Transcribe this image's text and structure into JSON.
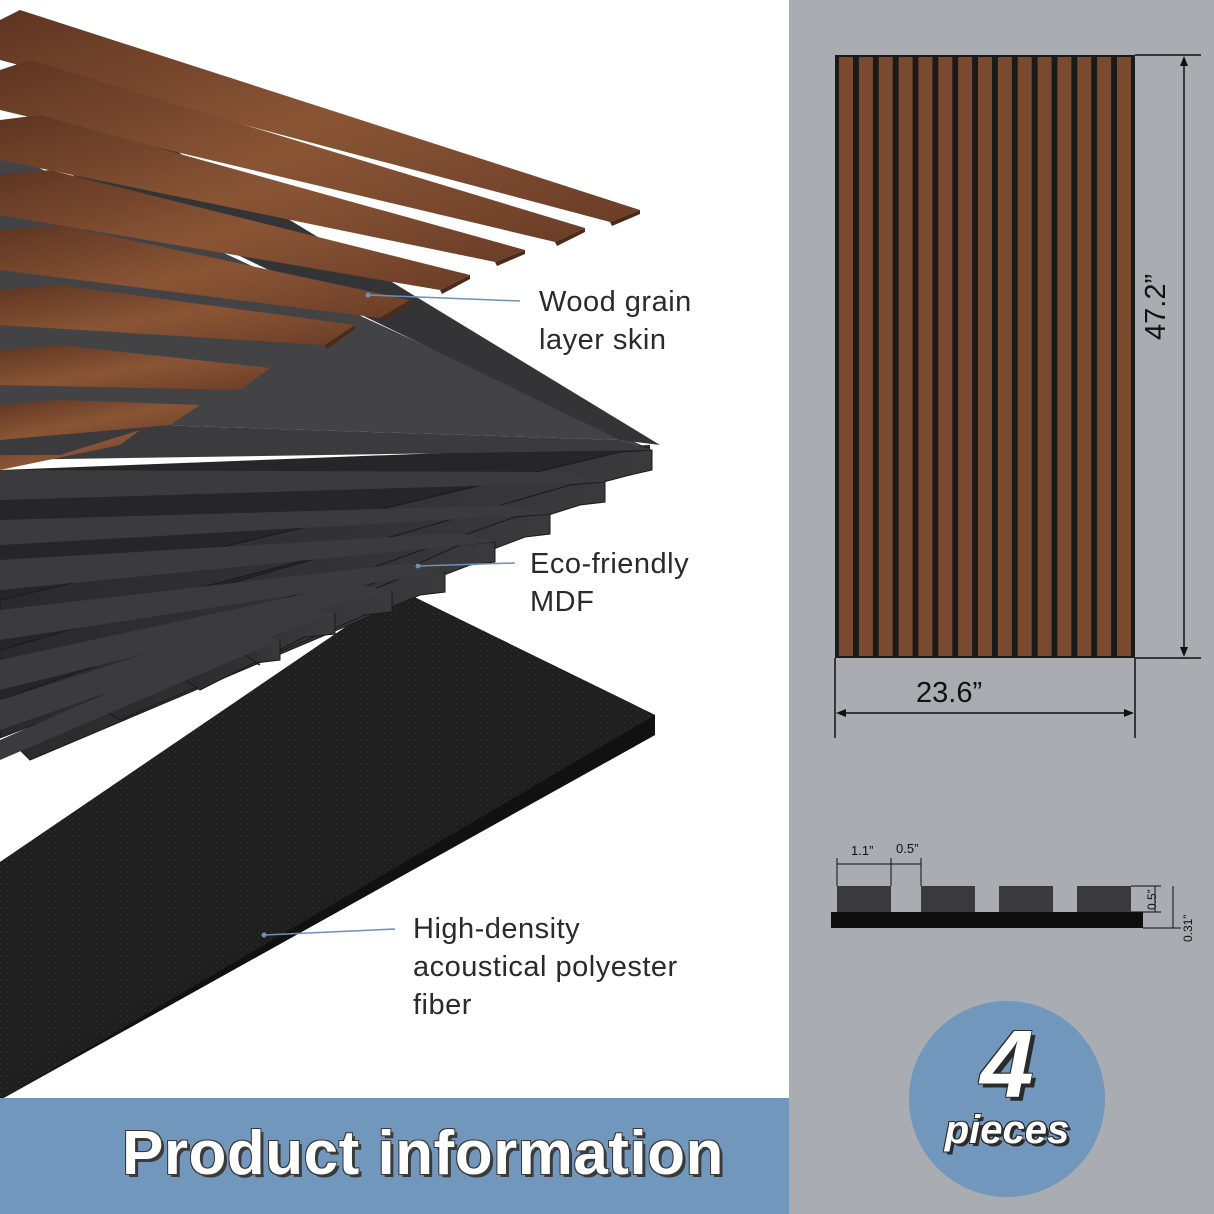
{
  "labels": {
    "wood_layer": "Wood grain\nlayer skin",
    "mdf_layer": "Eco-friendly\nMDF",
    "fiber_layer": "High-density\nacoustical polyester\nfiber"
  },
  "title": "Product information",
  "dimensions": {
    "height": "47.2”",
    "width": "23.6”",
    "slat_width": "1.1”",
    "gap_width": "0.5”",
    "slat_thickness": "0.5”",
    "base_thickness": "0.31”"
  },
  "quantity": {
    "number": "4",
    "unit": "pieces"
  },
  "colors": {
    "wood": "#7a4a30",
    "mdf": "#2b2b2d",
    "fiber": "#1e1e1f",
    "accent_blue": "#7197bc",
    "right_bg": "#a9acb1",
    "pointer_line": "#6d8fb8"
  }
}
